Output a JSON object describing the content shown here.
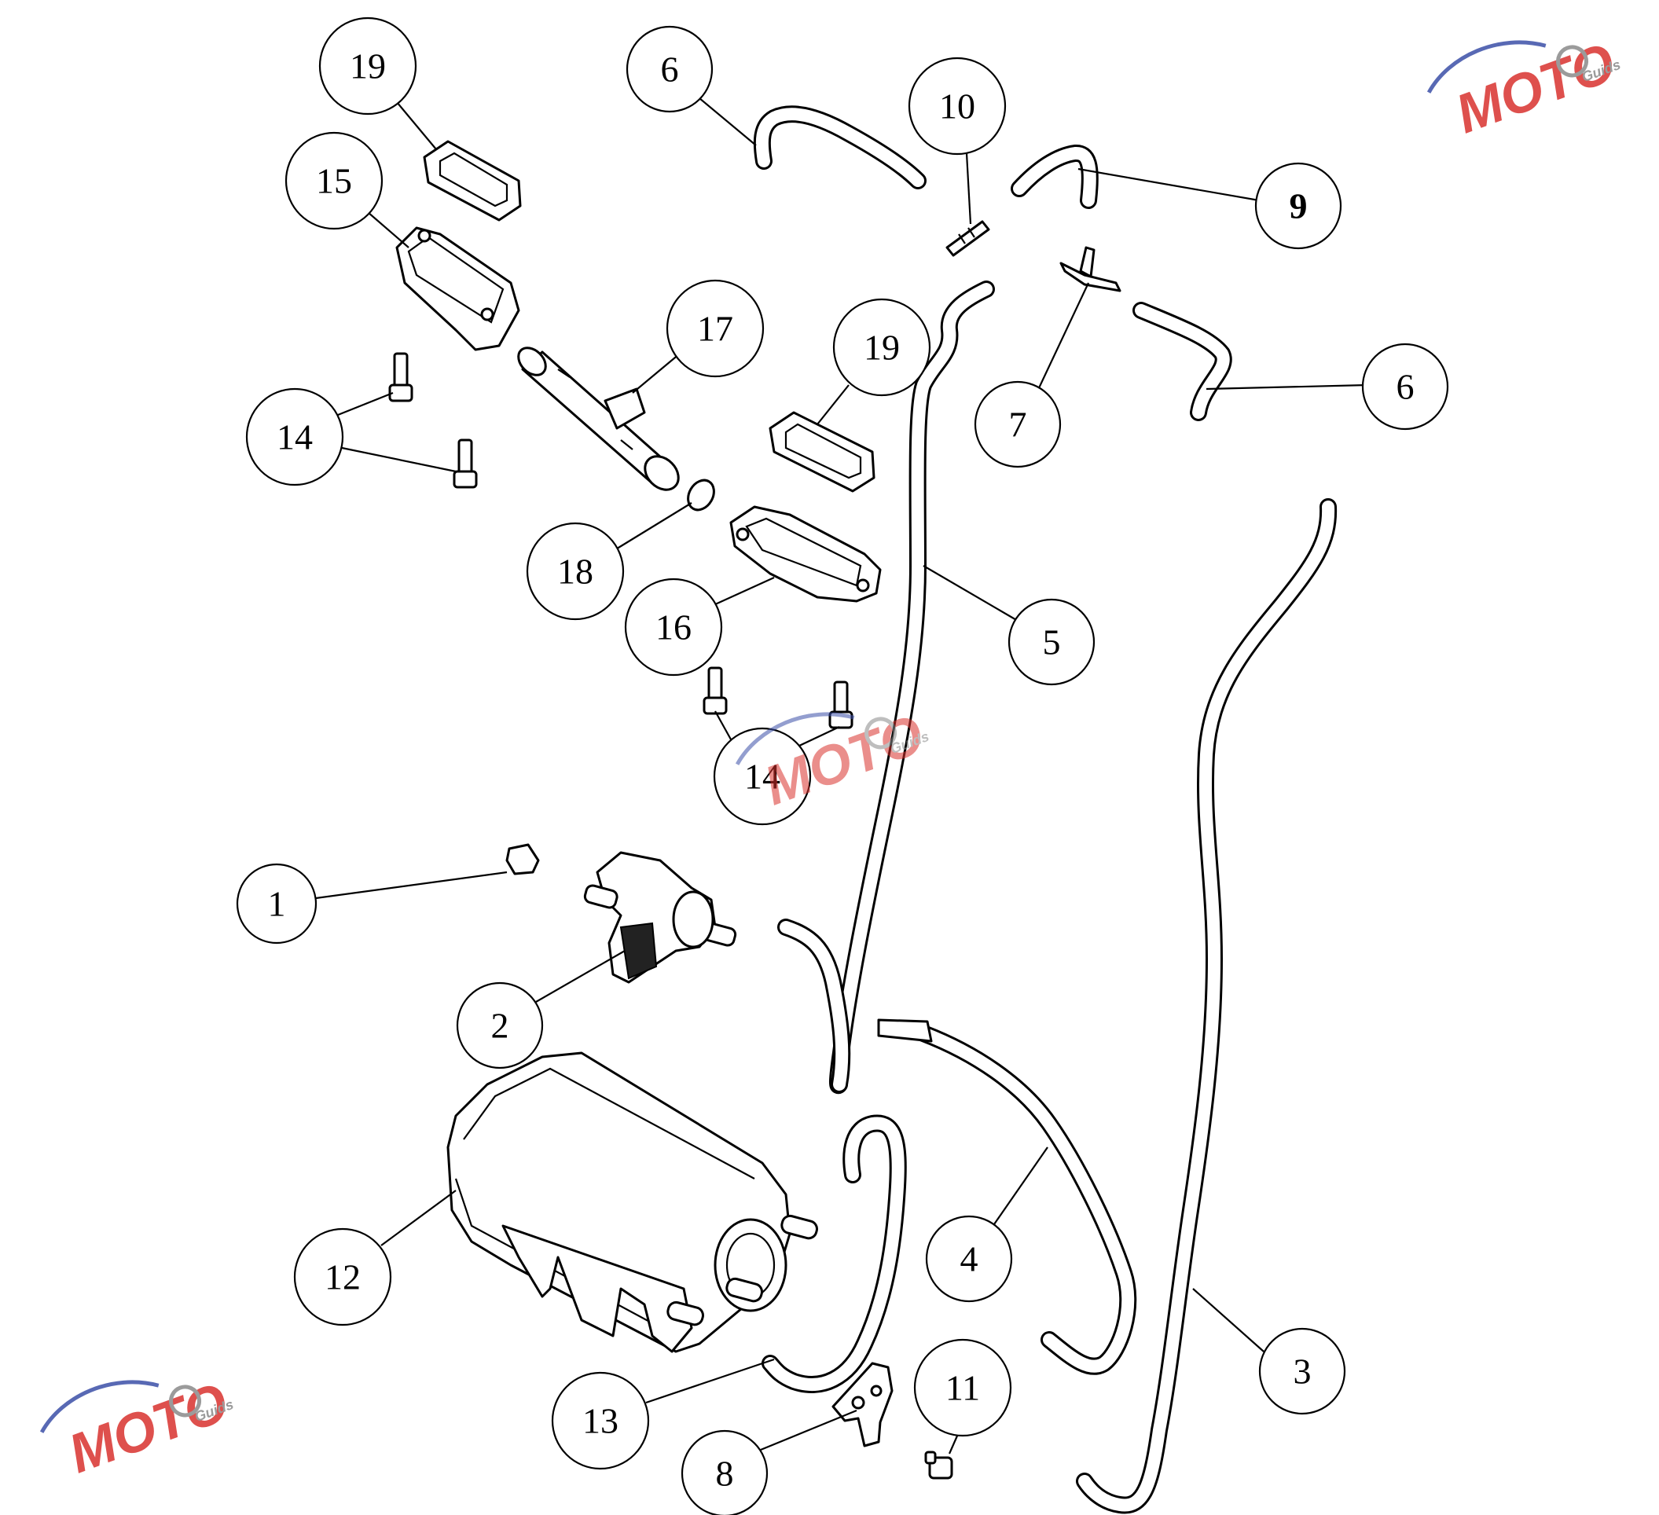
{
  "watermark": {
    "brand": "MOTO",
    "sub": "Guids",
    "colors": {
      "red": "#d9322e",
      "blue": "#3b4fa8",
      "gray": "#8a8a8a"
    }
  },
  "callouts": [
    {
      "id": "c19a",
      "label": "19"
    },
    {
      "id": "c15",
      "label": "15"
    },
    {
      "id": "c6a",
      "label": "6"
    },
    {
      "id": "c10",
      "label": "10"
    },
    {
      "id": "c9",
      "label": "9"
    },
    {
      "id": "c17",
      "label": "17"
    },
    {
      "id": "c19b",
      "label": "19"
    },
    {
      "id": "c7",
      "label": "7"
    },
    {
      "id": "c6b",
      "label": "6"
    },
    {
      "id": "c14a",
      "label": "14"
    },
    {
      "id": "c18",
      "label": "18"
    },
    {
      "id": "c16",
      "label": "16"
    },
    {
      "id": "c5",
      "label": "5"
    },
    {
      "id": "c14b",
      "label": "14"
    },
    {
      "id": "c1",
      "label": "1"
    },
    {
      "id": "c2",
      "label": "2"
    },
    {
      "id": "c12",
      "label": "12"
    },
    {
      "id": "c4",
      "label": "4"
    },
    {
      "id": "c3",
      "label": "3"
    },
    {
      "id": "c11",
      "label": "11"
    },
    {
      "id": "c13",
      "label": "13"
    },
    {
      "id": "c8",
      "label": "8"
    }
  ]
}
